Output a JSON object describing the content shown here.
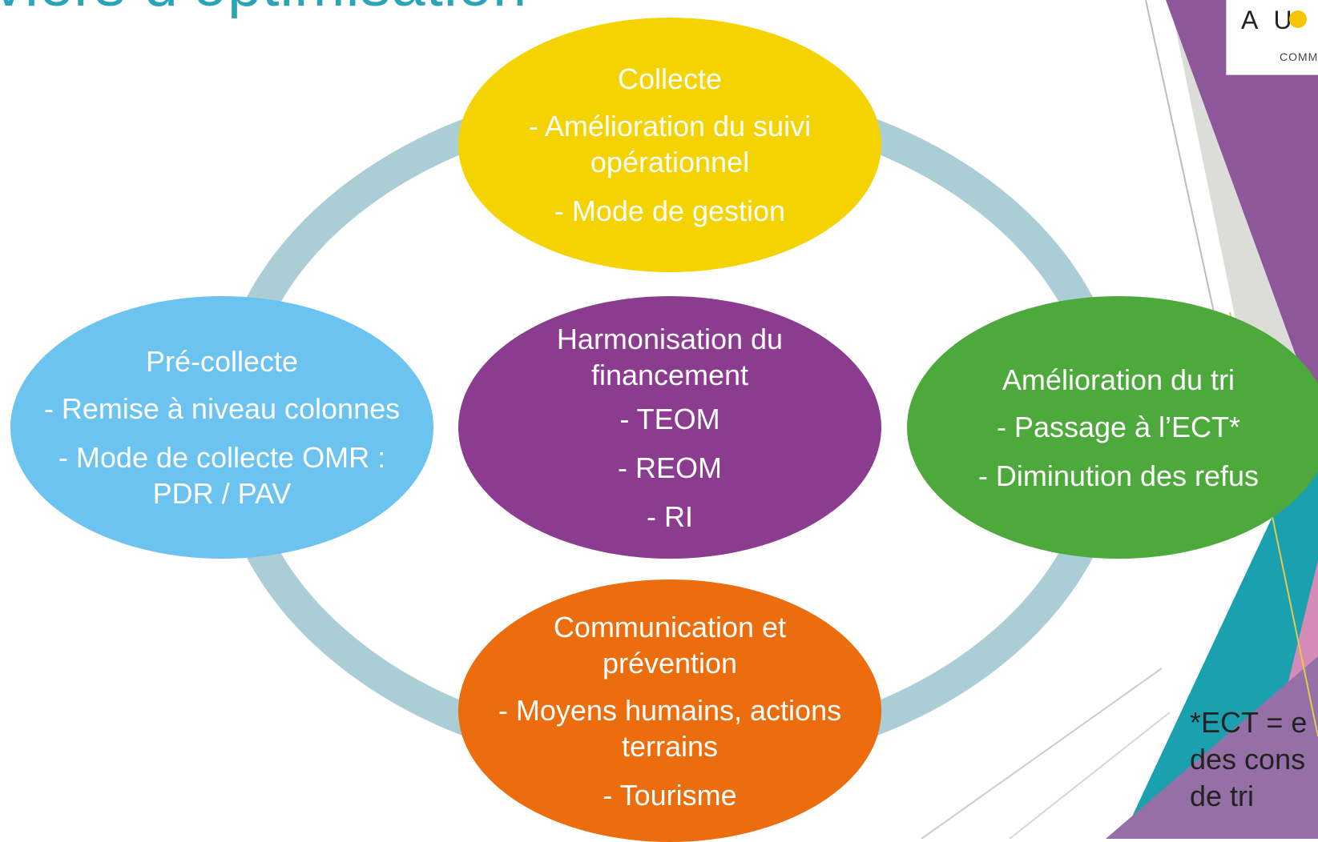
{
  "page": {
    "title": "viers d’optimisation"
  },
  "logo": {
    "text": "A U",
    "sub": "COMM",
    "dot_color": "#f6c400"
  },
  "diagram": {
    "ring_color": "#abcdd6",
    "nodes": {
      "collecte": {
        "color": "#f5d300",
        "heading": "Collecte",
        "items": [
          "- Amélioration du suivi opérationnel",
          "- Mode de gestion"
        ]
      },
      "financement": {
        "color": "#8b3c8e",
        "heading": "Harmonisation du financement",
        "items": [
          "- TEOM",
          "- REOM",
          "- RI"
        ]
      },
      "precollecte": {
        "color": "#6cc3f0",
        "heading": "Pré-collecte",
        "items": [
          "- Remise à niveau colonnes",
          "- Mode de collecte OMR : PDR / PAV"
        ]
      },
      "tri": {
        "color": "#4ea93d",
        "heading": "Amélioration du tri",
        "items": [
          "- Passage à l’ECT*",
          "- Diminution des refus"
        ]
      },
      "communication": {
        "color": "#eb6d0d",
        "heading": "Communication et prévention",
        "items": [
          "- Moyens humains, actions terrains",
          "- Tourisme"
        ]
      }
    }
  },
  "footnote": {
    "text": "*ECT = e\ndes cons\nde tri"
  }
}
